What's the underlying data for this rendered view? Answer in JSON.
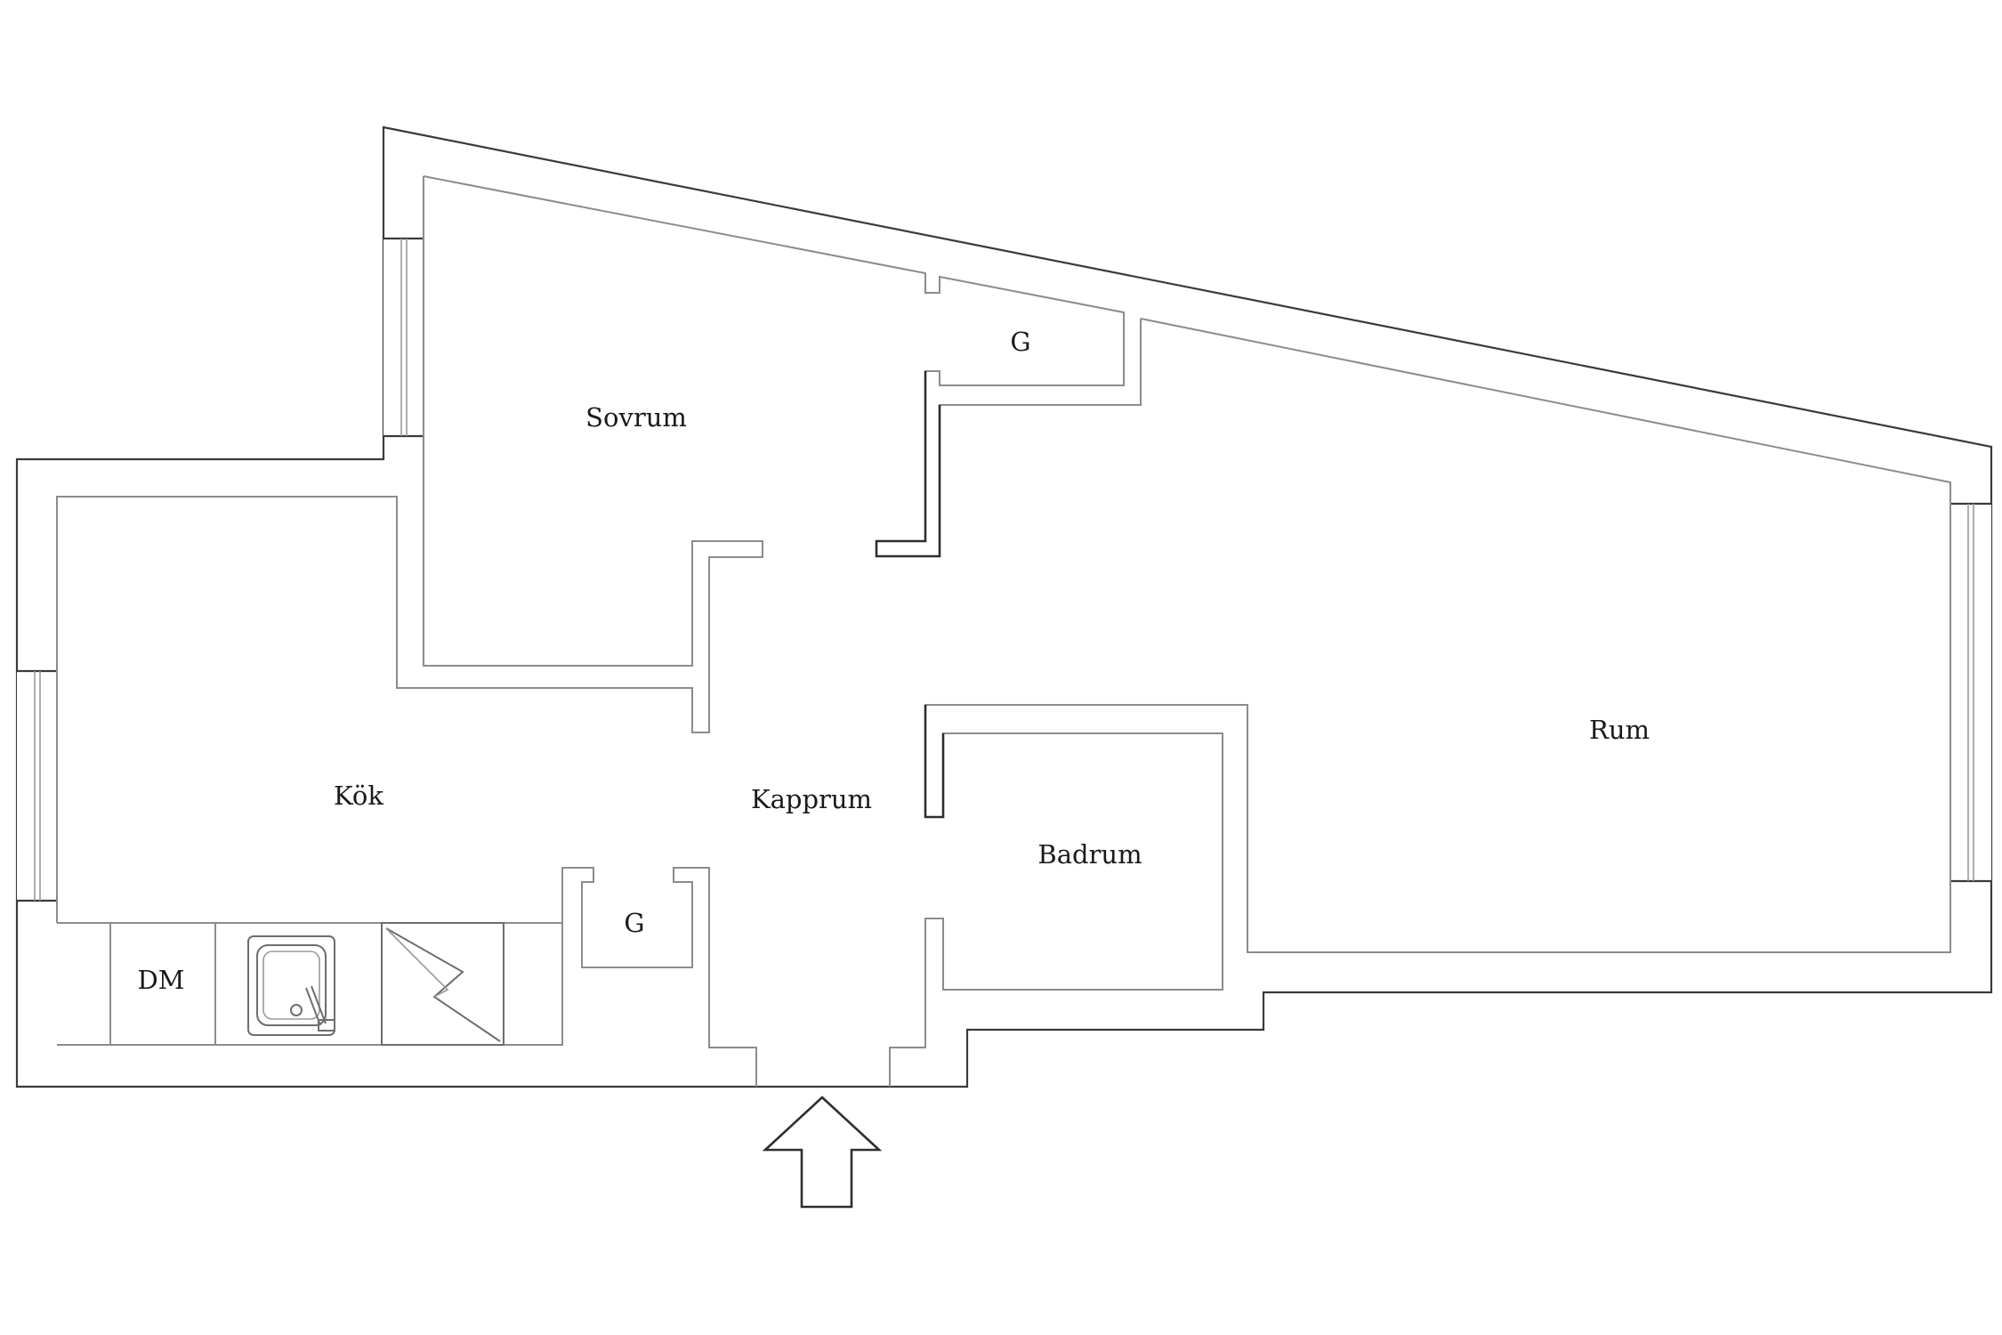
{
  "rooms": {
    "sovrum": "Sovrum",
    "garderob_top": "G",
    "rum": "Rum",
    "kok": "Kök",
    "kapprum": "Kapprum",
    "badrum": "Badrum",
    "garderob_bottom": "G",
    "diskmaskin": "DM"
  },
  "icons": {
    "entrance": "entrance-arrow-icon",
    "sink": "sink-icon",
    "stove": "stove-icon"
  }
}
